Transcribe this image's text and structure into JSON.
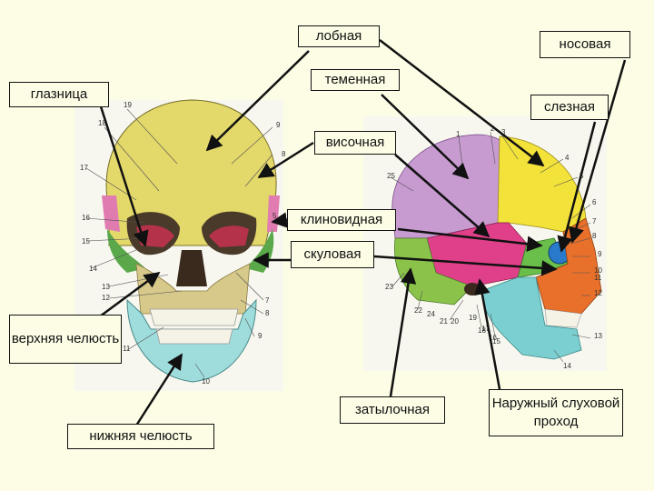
{
  "labels": {
    "frontal": "лобная",
    "nasal": "носовая",
    "parietal": "теменная",
    "orbit": "глазница",
    "lacrimal": "слезная",
    "temporal": "височная",
    "sphenoid": "клиновидная",
    "zygomatic": "скуловая",
    "maxilla": "верхняя челюсть",
    "mandible": "нижняя челюсть",
    "occipital": "затылочная",
    "ear_canal": "Наружный слуховой проход"
  },
  "front_skull_numbers": [
    "19",
    "18",
    "9",
    "8",
    "17",
    "16",
    "15",
    "14",
    "13",
    "12",
    "5",
    "7",
    "8",
    "11",
    "9",
    "10"
  ],
  "side_skull_numbers": [
    "1",
    "2",
    "3",
    "4",
    "5",
    "6",
    "7",
    "8",
    "9",
    "10",
    "11",
    "12",
    "13",
    "14",
    "15",
    "16",
    "17",
    "18",
    "19",
    "20",
    "21",
    "22",
    "23",
    "24",
    "25"
  ],
  "colors": {
    "background": "#fdfde6",
    "bone_yellow": "#e3d86a",
    "parietal_purple": "#c79ad0",
    "temporal_pink": "#e0408a",
    "frontal_yellow": "#f2e23a",
    "occipital_green": "#8bc34a",
    "maxilla_orange": "#e8702a",
    "mandible_teal": "#7ccfd0"
  }
}
